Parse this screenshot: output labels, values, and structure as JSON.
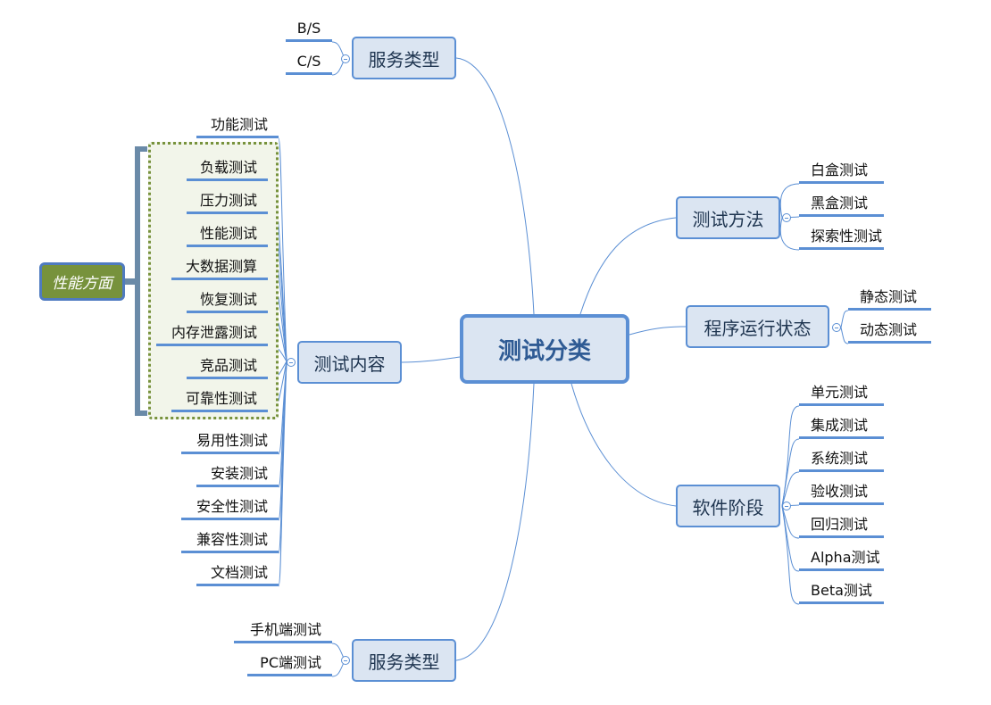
{
  "root": "测试分类",
  "service_type_top": {
    "label": "服务类型",
    "children": [
      "B/S",
      "C/S"
    ]
  },
  "test_method": {
    "label": "测试方法",
    "children": [
      "白盒测试",
      "黑盒测试",
      "探索性测试"
    ]
  },
  "run_state": {
    "label": "程序运行状态",
    "children": [
      "静态测试",
      "动态测试"
    ]
  },
  "software_stage": {
    "label": "软件阶段",
    "children": [
      "单元测试",
      "集成测试",
      "系统测试",
      "验收测试",
      "回归测试",
      "Alpha测试",
      "Beta测试"
    ]
  },
  "test_content": {
    "label": "测试内容",
    "children": [
      "功能测试",
      "负载测试",
      "压力测试",
      "性能测试",
      "大数据测算",
      "恢复测试",
      "内存泄露测试",
      "竞品测试",
      "可靠性测试",
      "易用性测试",
      "安装测试",
      "安全性测试",
      "兼容性测试",
      "文档测试"
    ]
  },
  "performance_group": {
    "label": "性能方面"
  },
  "service_type_bottom": {
    "label": "服务类型",
    "children": [
      "手机端测试",
      "PC端测试"
    ]
  },
  "colors": {
    "accent": "#5b8fd4",
    "node_bg": "#dbe5f2",
    "group": "#77923c",
    "bracket": "#6a8aa8"
  }
}
